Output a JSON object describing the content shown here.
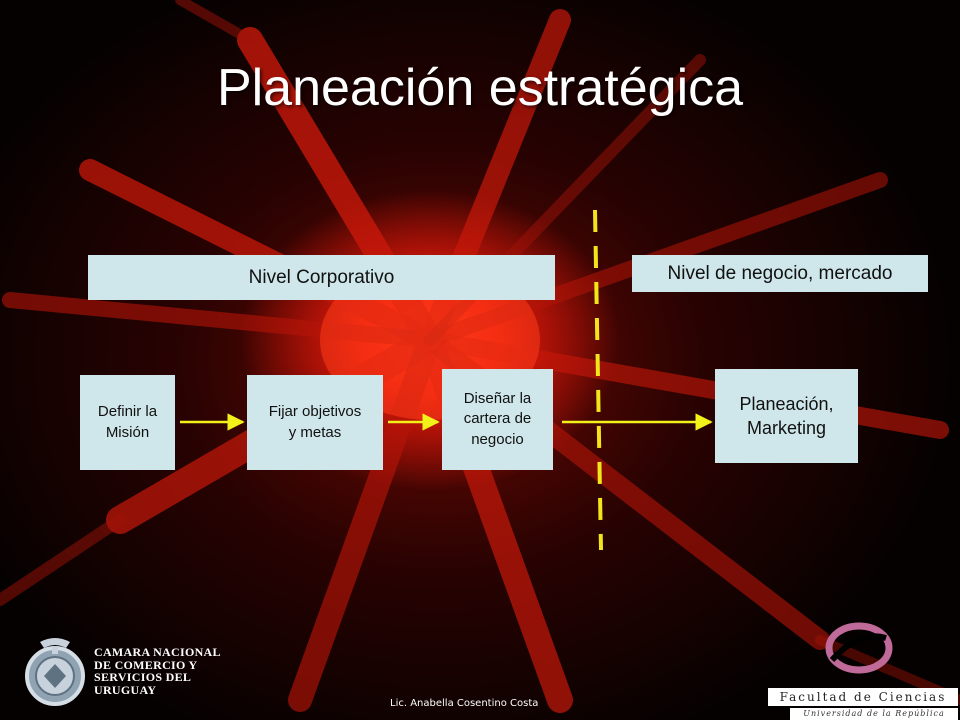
{
  "title": "Planeación estratégica",
  "levels": {
    "corporate": "Nivel Corporativo",
    "business": "Nivel de negocio, mercado"
  },
  "steps": [
    {
      "label": "Definir la\nMisión"
    },
    {
      "label": "Fijar objetivos\ny metas"
    },
    {
      "label": "Diseñar la\ncartera de\nnegocio"
    },
    {
      "label": "Planeación,\nMarketing"
    }
  ],
  "colors": {
    "box_fill": "#cfe7ea",
    "arrow": "#f2f21a",
    "divider": "#f2e61a",
    "title_text": "#ffffff"
  },
  "footer": {
    "left_org_lines": [
      "Camara Nacional",
      "de Comercio y",
      "Servicios del",
      "Uruguay"
    ],
    "credit": "Lic. Anabella Cosentino Costa",
    "faculty": "Facultad de Ciencias",
    "university": "Universidad de la República"
  }
}
